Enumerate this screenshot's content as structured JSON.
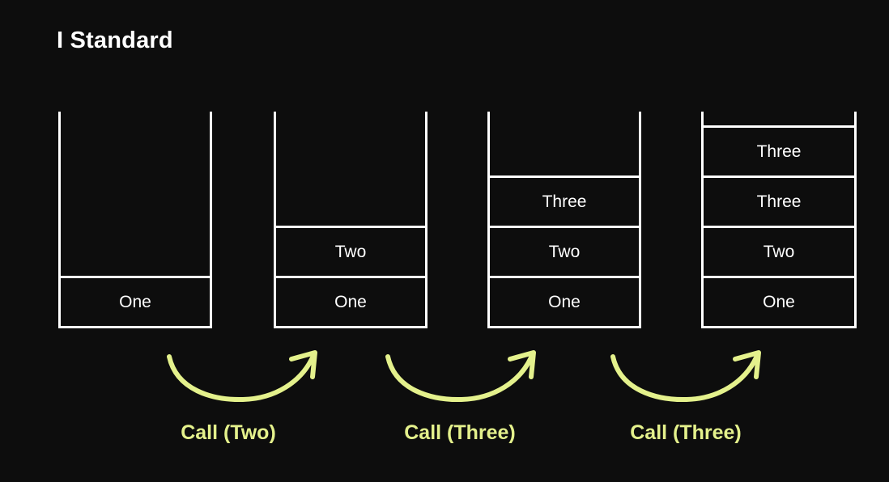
{
  "slide": {
    "title": "I Standard",
    "background_color": "#0d0d0d",
    "stroke_color": "#ffffff",
    "accent_color": "#e4f18c"
  },
  "stacks": [
    {
      "name": "stack-1",
      "cells": [
        "One"
      ]
    },
    {
      "name": "stack-2",
      "cells": [
        "Two",
        "One"
      ]
    },
    {
      "name": "stack-3",
      "cells": [
        "Three",
        "Two",
        "One"
      ]
    },
    {
      "name": "stack-4",
      "cells": [
        "Three",
        "Three",
        "Two",
        "One"
      ]
    }
  ],
  "transitions": [
    {
      "caption": "Call (Two)"
    },
    {
      "caption": "Call (Three)"
    },
    {
      "caption": "Call (Three)"
    }
  ]
}
